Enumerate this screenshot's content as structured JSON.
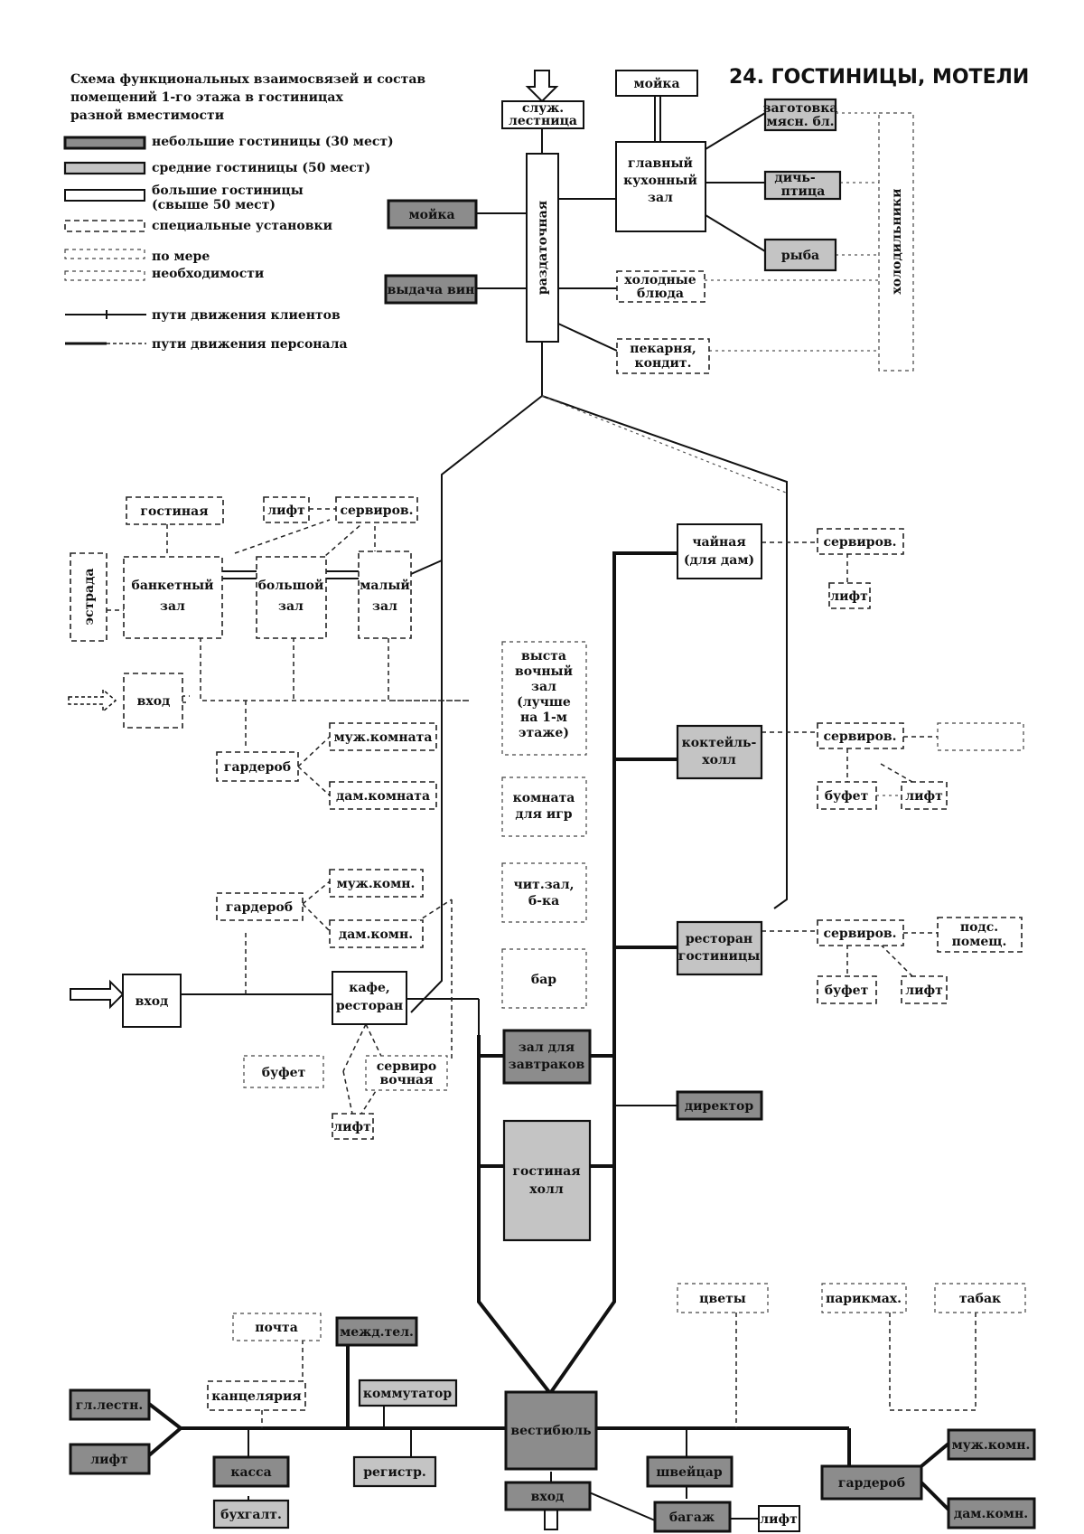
{
  "heading": "24. ГОСТИНИЦЫ, МОТЕЛИ",
  "caption": [
    "Схема функциональных взаимосвязей и состав",
    "помещений 1-го этажа в гостиницах",
    "разной вместимости"
  ],
  "legend": {
    "small": "небольшие гостиницы (30 мест)",
    "medium": "средние гостиницы (50 мест)",
    "large": [
      "большие гостиницы",
      "(свыше 50 мест)"
    ],
    "special": "специальные установки",
    "optional": [
      "по мере",
      "необходимости"
    ],
    "client_path": "пути движения клиентов",
    "staff_path": "пути движения персонала"
  },
  "rooms": {
    "sluzh_lestnitsa": [
      "служ.",
      "лестница"
    ],
    "moyka_top": "мойка",
    "zagotovka": [
      "заготовка",
      "мясн. бл."
    ],
    "kitchen": [
      "главный",
      "кухонный",
      "зал"
    ],
    "dich": [
      "дичь-",
      "птица"
    ],
    "ryba": "рыба",
    "holodilniki": "холодильники",
    "holodnye": [
      "холодные",
      "блюда"
    ],
    "pekarnya": [
      "пекарня,",
      "кондит."
    ],
    "razdatochnaya": "раздаточная",
    "moyka_left": "мойка",
    "vydacha": "выдача вин",
    "gostinaya": "гостиная",
    "lift_upper": "лифт",
    "servirov_upper": "сервиров.",
    "estrada": "эстрада",
    "banket": [
      "банкетный",
      "зал"
    ],
    "bolshoy": [
      "большой",
      "зал"
    ],
    "malyy": [
      "малый",
      "зал"
    ],
    "vhod_upper": "вход",
    "garderob_upper": "гардероб",
    "muzh_komnata": "муж.комната",
    "dam_komnata": "дам.комната",
    "vystavochnyy": [
      "выста",
      "вочный",
      "зал",
      "(лучше",
      "на 1-м",
      "этаже)"
    ],
    "komnata_igr": [
      "комната",
      "для игр"
    ],
    "chit_zal": [
      "чит.зал,",
      "б-ка"
    ],
    "bar": "бар",
    "chaynaya": [
      "чайная",
      "(для дам)"
    ],
    "servirov_chay": "сервиров.",
    "lift_chay": "лифт",
    "kokteyl": [
      "коктейль-",
      "холл"
    ],
    "servirov_kokt": "сервиров.",
    "bufet_kokt": "буфет",
    "lift_kokt": "лифт",
    "restoran_gost": [
      "ресторан",
      "гостиницы"
    ],
    "servirov_rest": "сервиров.",
    "pods_pomeshch": [
      "подс.",
      "помещ."
    ],
    "bufet_rest": "буфет",
    "lift_rest": "лифт",
    "garderob_mid": "гардероб",
    "muzh_komn_mid": "муж.комн.",
    "dam_komn_mid": "дам.комн.",
    "vhod_mid": "вход",
    "kafe": [
      "кафе,",
      "ресторан"
    ],
    "bufet_kafe": "буфет",
    "serviro_vochnaya": [
      "сервиро",
      "вочная"
    ],
    "lift_kafe": "лифт",
    "zal_zavtrakov": [
      "зал для",
      "завтраков"
    ],
    "direktor": "директор",
    "gostinaya_holl": [
      "гостиная",
      "холл"
    ],
    "pochta": "почта",
    "mezhd_tel": "межд.тел.",
    "kantselyariya": "канцелярия",
    "kommutator": "коммутатор",
    "gl_lestn": "гл.лестн.",
    "vestibyul": "вестибюль",
    "tsvety": "цветы",
    "parikmah": "парикмах.",
    "tabak": "табак",
    "lift_bottom": "лифт",
    "kassa": "касса",
    "registr": "регистр.",
    "shveytsar": "швейцар",
    "vhod_bottom": "вход",
    "bagazh": "багаж",
    "lift_bagazh": "лифт",
    "garderob_bottom": "гардероб",
    "muzh_komn_bottom": "муж.комн.",
    "dam_komn_bottom": "дам.комн.",
    "buhgalt": "бухгалт."
  }
}
